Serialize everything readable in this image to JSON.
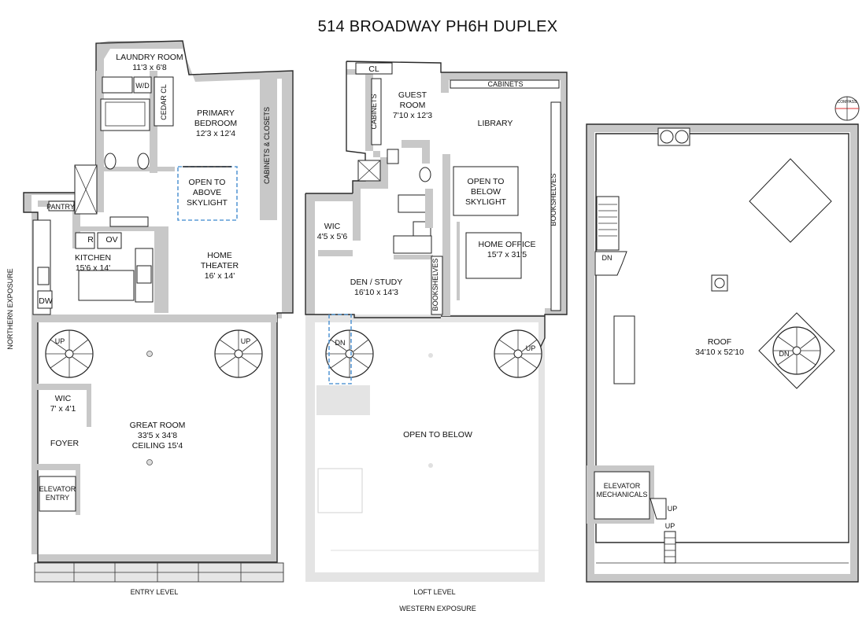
{
  "title": "514 BROADWAY PH6H DUPLEX",
  "exposures": {
    "north": "NORTHERN EXPOSURE",
    "west": "WESTERN EXPOSURE"
  },
  "levels": {
    "entry": "ENTRY LEVEL",
    "loft": "LOFT LEVEL"
  },
  "compass": "COMPASS",
  "colors": {
    "wall": "#c8c8c8",
    "line": "#2a2a2a",
    "open_to_above": "#5b9bd5"
  },
  "entry_level": {
    "laundry": {
      "name": "LAUNDRY ROOM",
      "dims": "11'3 x 6'8"
    },
    "wd": "W/D",
    "cedar_cl": "CEDAR CL",
    "primary_bedroom": {
      "line1": "PRIMARY",
      "line2": "BEDROOM",
      "dims": "12'3 x 12'4"
    },
    "cabinets_closets": "CABINETS & CLOSETS",
    "open_above": {
      "line1": "OPEN TO",
      "line2": "ABOVE",
      "line3": "SKYLIGHT"
    },
    "pantry": "PANTRY",
    "r": "R",
    "ov": "OV",
    "kitchen": {
      "name": "KITCHEN",
      "dims": "15'6 x 14'"
    },
    "dw": "DW",
    "home_theater": {
      "line1": "HOME",
      "line2": "THEATER",
      "dims": "16' x 14'"
    },
    "up_left": "UP",
    "up_right": "UP",
    "wic": {
      "name": "WIC",
      "dims": "7' x 4'1"
    },
    "foyer": "FOYER",
    "great_room": {
      "name": "GREAT ROOM",
      "dims": "33'5 x 34'8",
      "ceiling": "CEILING 15'4"
    },
    "elevator_entry": {
      "line1": "ELEVATOR",
      "line2": "ENTRY"
    }
  },
  "loft_level": {
    "cl": "CL",
    "cabinets_side": "CABINETS",
    "guest_room": {
      "line1": "GUEST",
      "line2": "ROOM",
      "dims": "7'10 x 12'3"
    },
    "cabinets_top": "CABINETS",
    "library": "LIBRARY",
    "open_below_skylight": {
      "line1": "OPEN TO",
      "line2": "BELOW",
      "line3": "SKYLIGHT"
    },
    "bookshelves_right": "BOOKSHELVES",
    "wic": {
      "name": "WIC",
      "dims": "4'5 x 5'6"
    },
    "home_office": {
      "name": "HOME OFFICE",
      "dims": "15'7 x 31'5"
    },
    "den_study": {
      "name": "DEN / STUDY",
      "dims": "16'10 x 14'3"
    },
    "bookshelves_den": "BOOKSHELVES",
    "dn": "DN",
    "up": "UP",
    "open_to_below": "OPEN TO BELOW"
  },
  "roof_level": {
    "dn_stair": "DN",
    "roof": {
      "name": "ROOF",
      "dims": "34'10 x 52'10"
    },
    "dn_spiral": "DN",
    "elevator_mech": {
      "line1": "ELEVATOR",
      "line2": "MECHANICALS"
    },
    "up_a": "UP",
    "up_b": "UP"
  }
}
